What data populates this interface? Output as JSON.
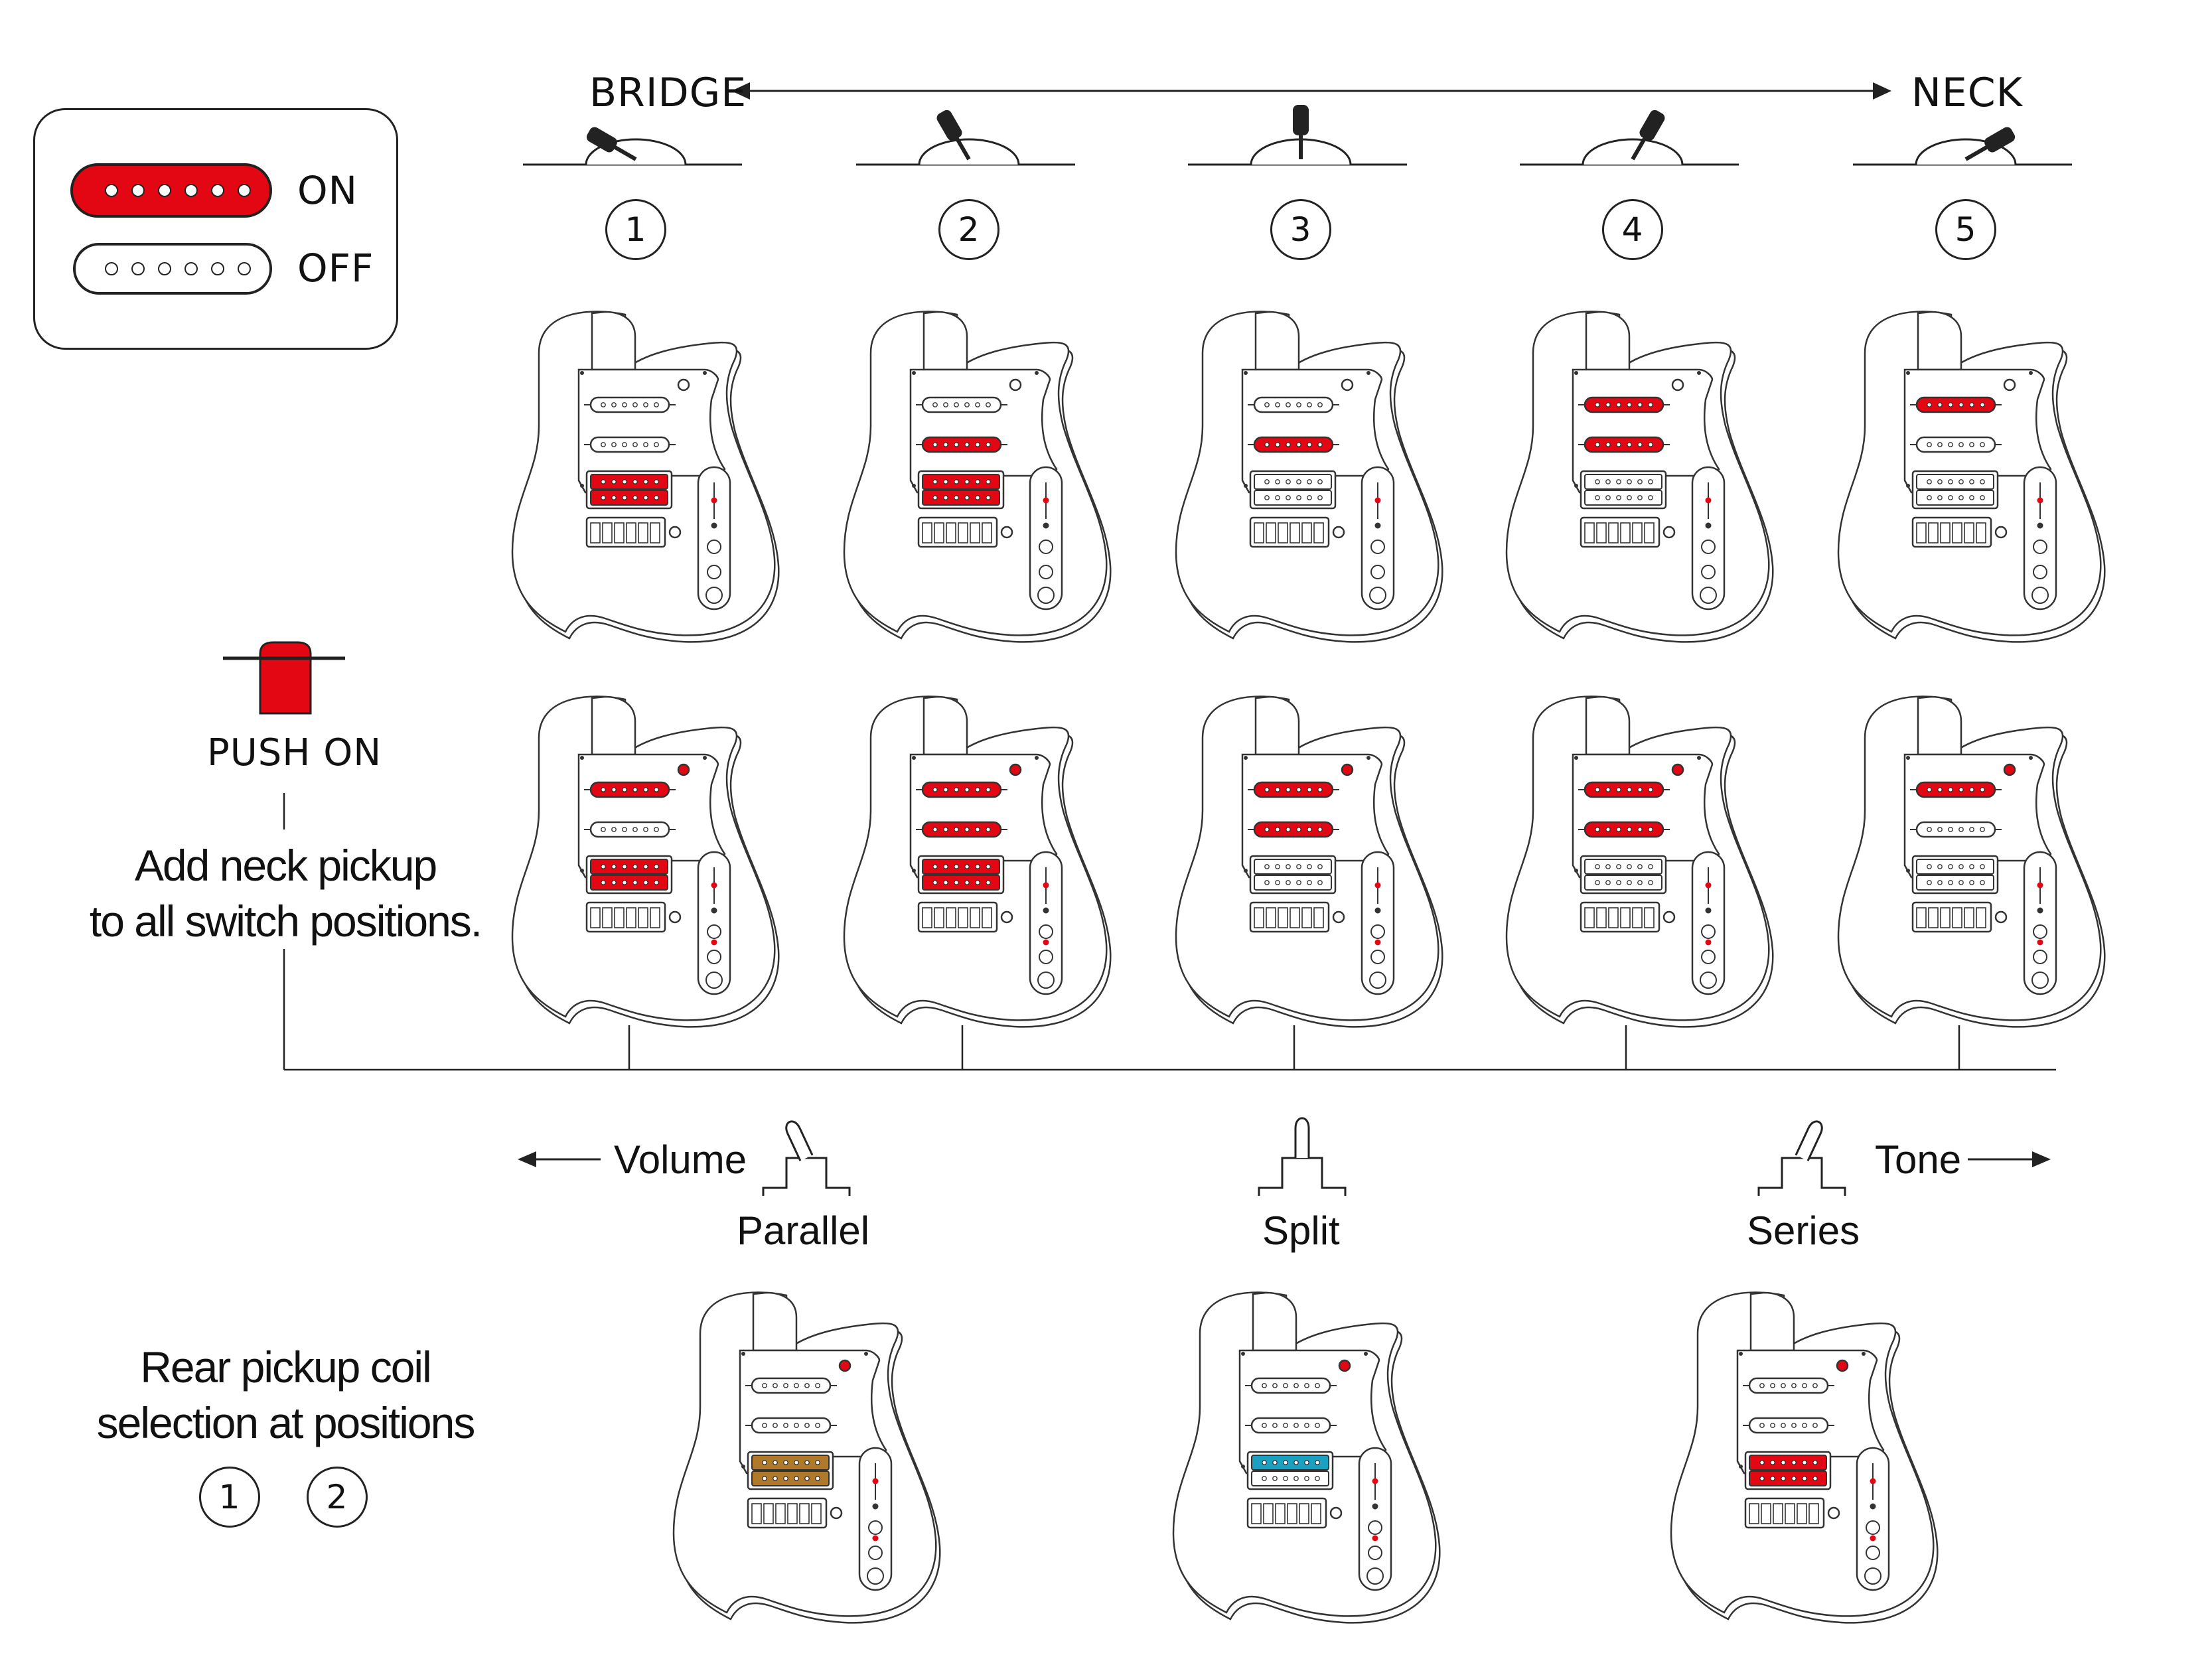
{
  "header": {
    "bridge_label": "BRIDGE",
    "neck_label": "NECK"
  },
  "legend": {
    "on_label": "ON",
    "off_label": "OFF"
  },
  "colors": {
    "on": "#e30613",
    "parallel": "#b07a2a",
    "split": "#1aa0c0",
    "outline": "#222222"
  },
  "positions": [
    {
      "number": "1",
      "row1": {
        "neck": false,
        "middle": false,
        "bridge": "on"
      },
      "row2": {
        "neck": true,
        "middle": false,
        "bridge": "on"
      }
    },
    {
      "number": "2",
      "row1": {
        "neck": false,
        "middle": true,
        "bridge": "on"
      },
      "row2": {
        "neck": true,
        "middle": true,
        "bridge": "on"
      }
    },
    {
      "number": "3",
      "row1": {
        "neck": false,
        "middle": true,
        "bridge": "off"
      },
      "row2": {
        "neck": true,
        "middle": true,
        "bridge": "off"
      }
    },
    {
      "number": "4",
      "row1": {
        "neck": true,
        "middle": true,
        "bridge": "off"
      },
      "row2": {
        "neck": true,
        "middle": true,
        "bridge": "off"
      }
    },
    {
      "number": "5",
      "row1": {
        "neck": true,
        "middle": false,
        "bridge": "off"
      },
      "row2": {
        "neck": true,
        "middle": false,
        "bridge": "off"
      }
    }
  ],
  "push": {
    "label": "PUSH ON",
    "description_line1": "Add neck pickup",
    "description_line2": "to all switch positions."
  },
  "coil": {
    "volume_label": "Volume",
    "tone_label": "Tone",
    "modes": [
      {
        "label": "Parallel",
        "bridge": "parallel"
      },
      {
        "label": "Split",
        "bridge": "split"
      },
      {
        "label": "Series",
        "bridge": "on"
      }
    ],
    "rear_line1": "Rear pickup coil",
    "rear_line2": "selection at positions",
    "rear_positions": [
      "1",
      "2"
    ]
  }
}
